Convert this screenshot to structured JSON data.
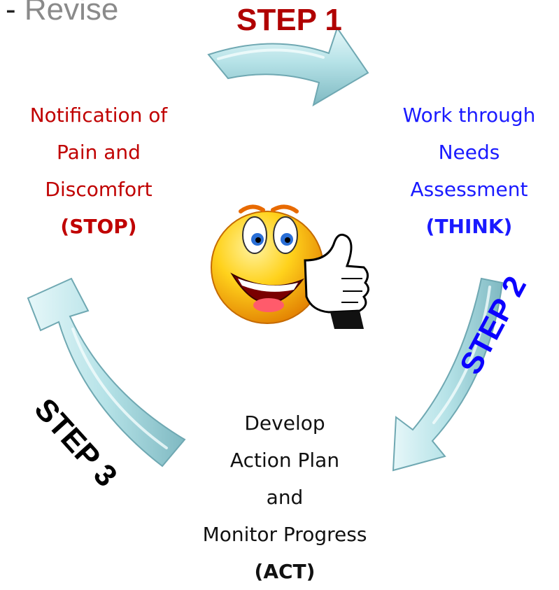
{
  "header": {
    "dash": "-",
    "word": "Revise"
  },
  "steps": {
    "step1": {
      "label": "STEP 1",
      "color": "#b00000"
    },
    "step2": {
      "label": "STEP 2",
      "color": "#0b00ff"
    },
    "step3": {
      "label": "STEP 3",
      "color": "#000000"
    }
  },
  "nodes": {
    "stop": {
      "lines": [
        "Notification of",
        "Pain and",
        "Discomfort"
      ],
      "key": "(STOP)",
      "color": "#c00000"
    },
    "think": {
      "lines": [
        "Work through",
        "Needs",
        "Assessment"
      ],
      "key": "(THINK)",
      "color": "#1a1aff"
    },
    "act": {
      "lines": [
        "Develop",
        "Action Plan",
        "and",
        "Monitor Progress"
      ],
      "key": "(ACT)",
      "color": "#111111"
    }
  },
  "colors": {
    "arrow_fill": "#a8dbe0",
    "arrow_edge": "#6fa8b2",
    "smiley_face": "#ffcf1a",
    "glove": "#ffffff"
  },
  "icons": {
    "center": "thumbs-up-smiley-icon"
  }
}
